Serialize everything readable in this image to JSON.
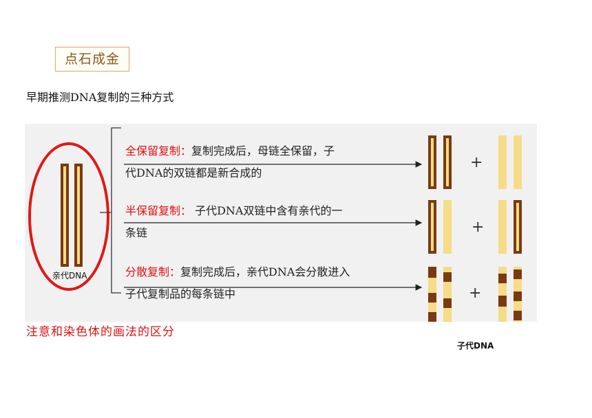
{
  "header": {
    "title": "点石成金",
    "subtitle": "早期推测DNA复制的三种方式"
  },
  "parent_label": "亲代DNA",
  "offspring_label": "子代DNA",
  "note": "注意和染色体的画法的区分",
  "plus_sign": "+",
  "modes": [
    {
      "name": "全保留复制：",
      "desc_line1": "复制完成后，母链全保留，子",
      "desc_line2": "代DNA的双链都是新合成的"
    },
    {
      "name": "半保留复制：",
      "desc_line1": " 子代DNA双链中含有亲代的一",
      "desc_line2": "条链"
    },
    {
      "name": "分散复制：",
      "desc_line1": "复制完成后，亲代DNA会分散进入",
      "desc_line2": "子代复制品的每条链中"
    }
  ],
  "colors": {
    "old_strand": "#7a3a10",
    "new_strand": "#f6dc86",
    "ellipse": "#e01818",
    "note": "#e01010",
    "panel": "#f1f1f1"
  }
}
